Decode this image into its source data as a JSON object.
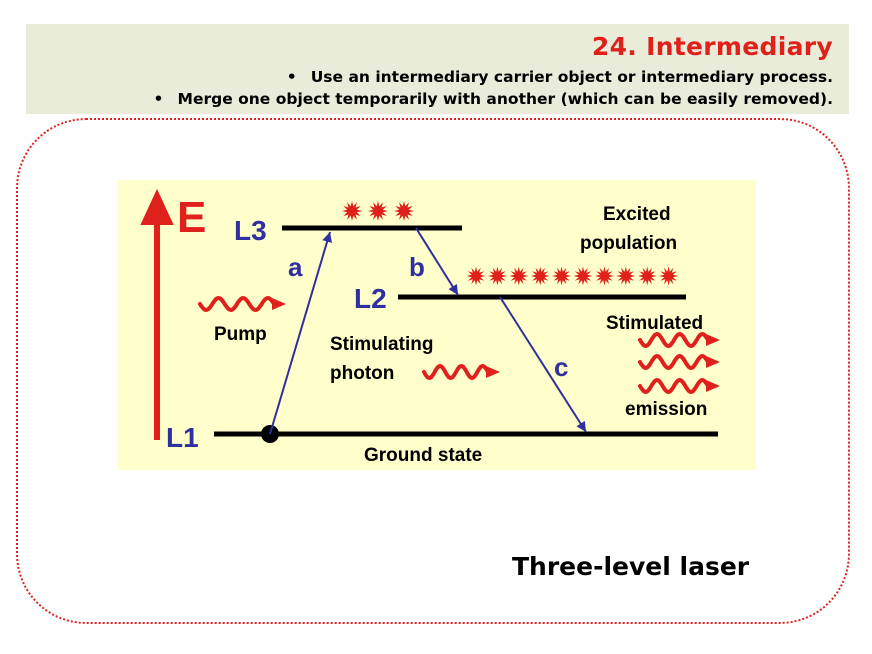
{
  "header": {
    "title": "24. Intermediary",
    "bullets": [
      "Use an intermediary carrier object or intermediary process.",
      "Merge one object temporarily with another (which can be easily removed)."
    ]
  },
  "diagram": {
    "energy_label": "E",
    "levels": {
      "l3": "L3",
      "l2": "L2",
      "l1": "L1"
    },
    "transitions": {
      "a": "a",
      "b": "b",
      "c": "c"
    },
    "pump": "Pump",
    "stimulating_line1": "Stimulating",
    "stimulating_line2": "photon",
    "excited_line1": "Excited",
    "excited_line2": "population",
    "stimulated": "Stimulated",
    "emission": "emission",
    "ground_state": "Ground state"
  },
  "caption": "Three-level laser",
  "colors": {
    "accent_red": "#e0201a",
    "level_blue": "#2f2fa0",
    "panel_yellow": "#ffffcc",
    "header_bg": "#e8ecd8"
  }
}
